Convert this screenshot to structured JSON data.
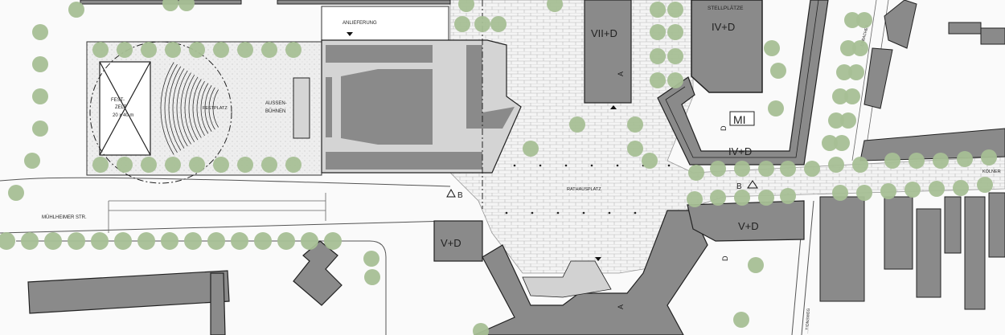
{
  "colors": {
    "building": "#8a8a8a",
    "building_light": "#d2d2d2",
    "tree": "#a7bf95",
    "paving": "#f2f2f2",
    "festplatz": "#ececec"
  },
  "labels": {
    "anlieferung": "ANLIEFERUNG",
    "festplatz": "FESTPLATZ",
    "aussen_1": "AUSSEN-",
    "aussen_2": "BÜHNEN",
    "festzelt_1": "FEST-",
    "festzelt_2": "ZELT",
    "festzelt_3": "20 x 40 m",
    "stellplaetze": "STELLPLÄTZE",
    "rathausplatz": "RATHAUSPLATZ",
    "muehlheimer": "MÜHLHEIMER STR.",
    "koelner": "KÖLNER",
    "side_street": "...ENBACHER ...",
    "lower_street": "...TIONSWEG"
  },
  "buildings": {
    "vii_d": "VII+D",
    "iv_d_parking": "IV+D",
    "iv_d_corner": "IV+D",
    "v_d_left": "V+D",
    "v_d_right": "V+D",
    "mi": "MI"
  },
  "section_marks": {
    "a": "A",
    "b": "B",
    "d": "D"
  },
  "icons": [
    "tree-icon",
    "section-marker-icon",
    "entrance-arrow-icon"
  ]
}
